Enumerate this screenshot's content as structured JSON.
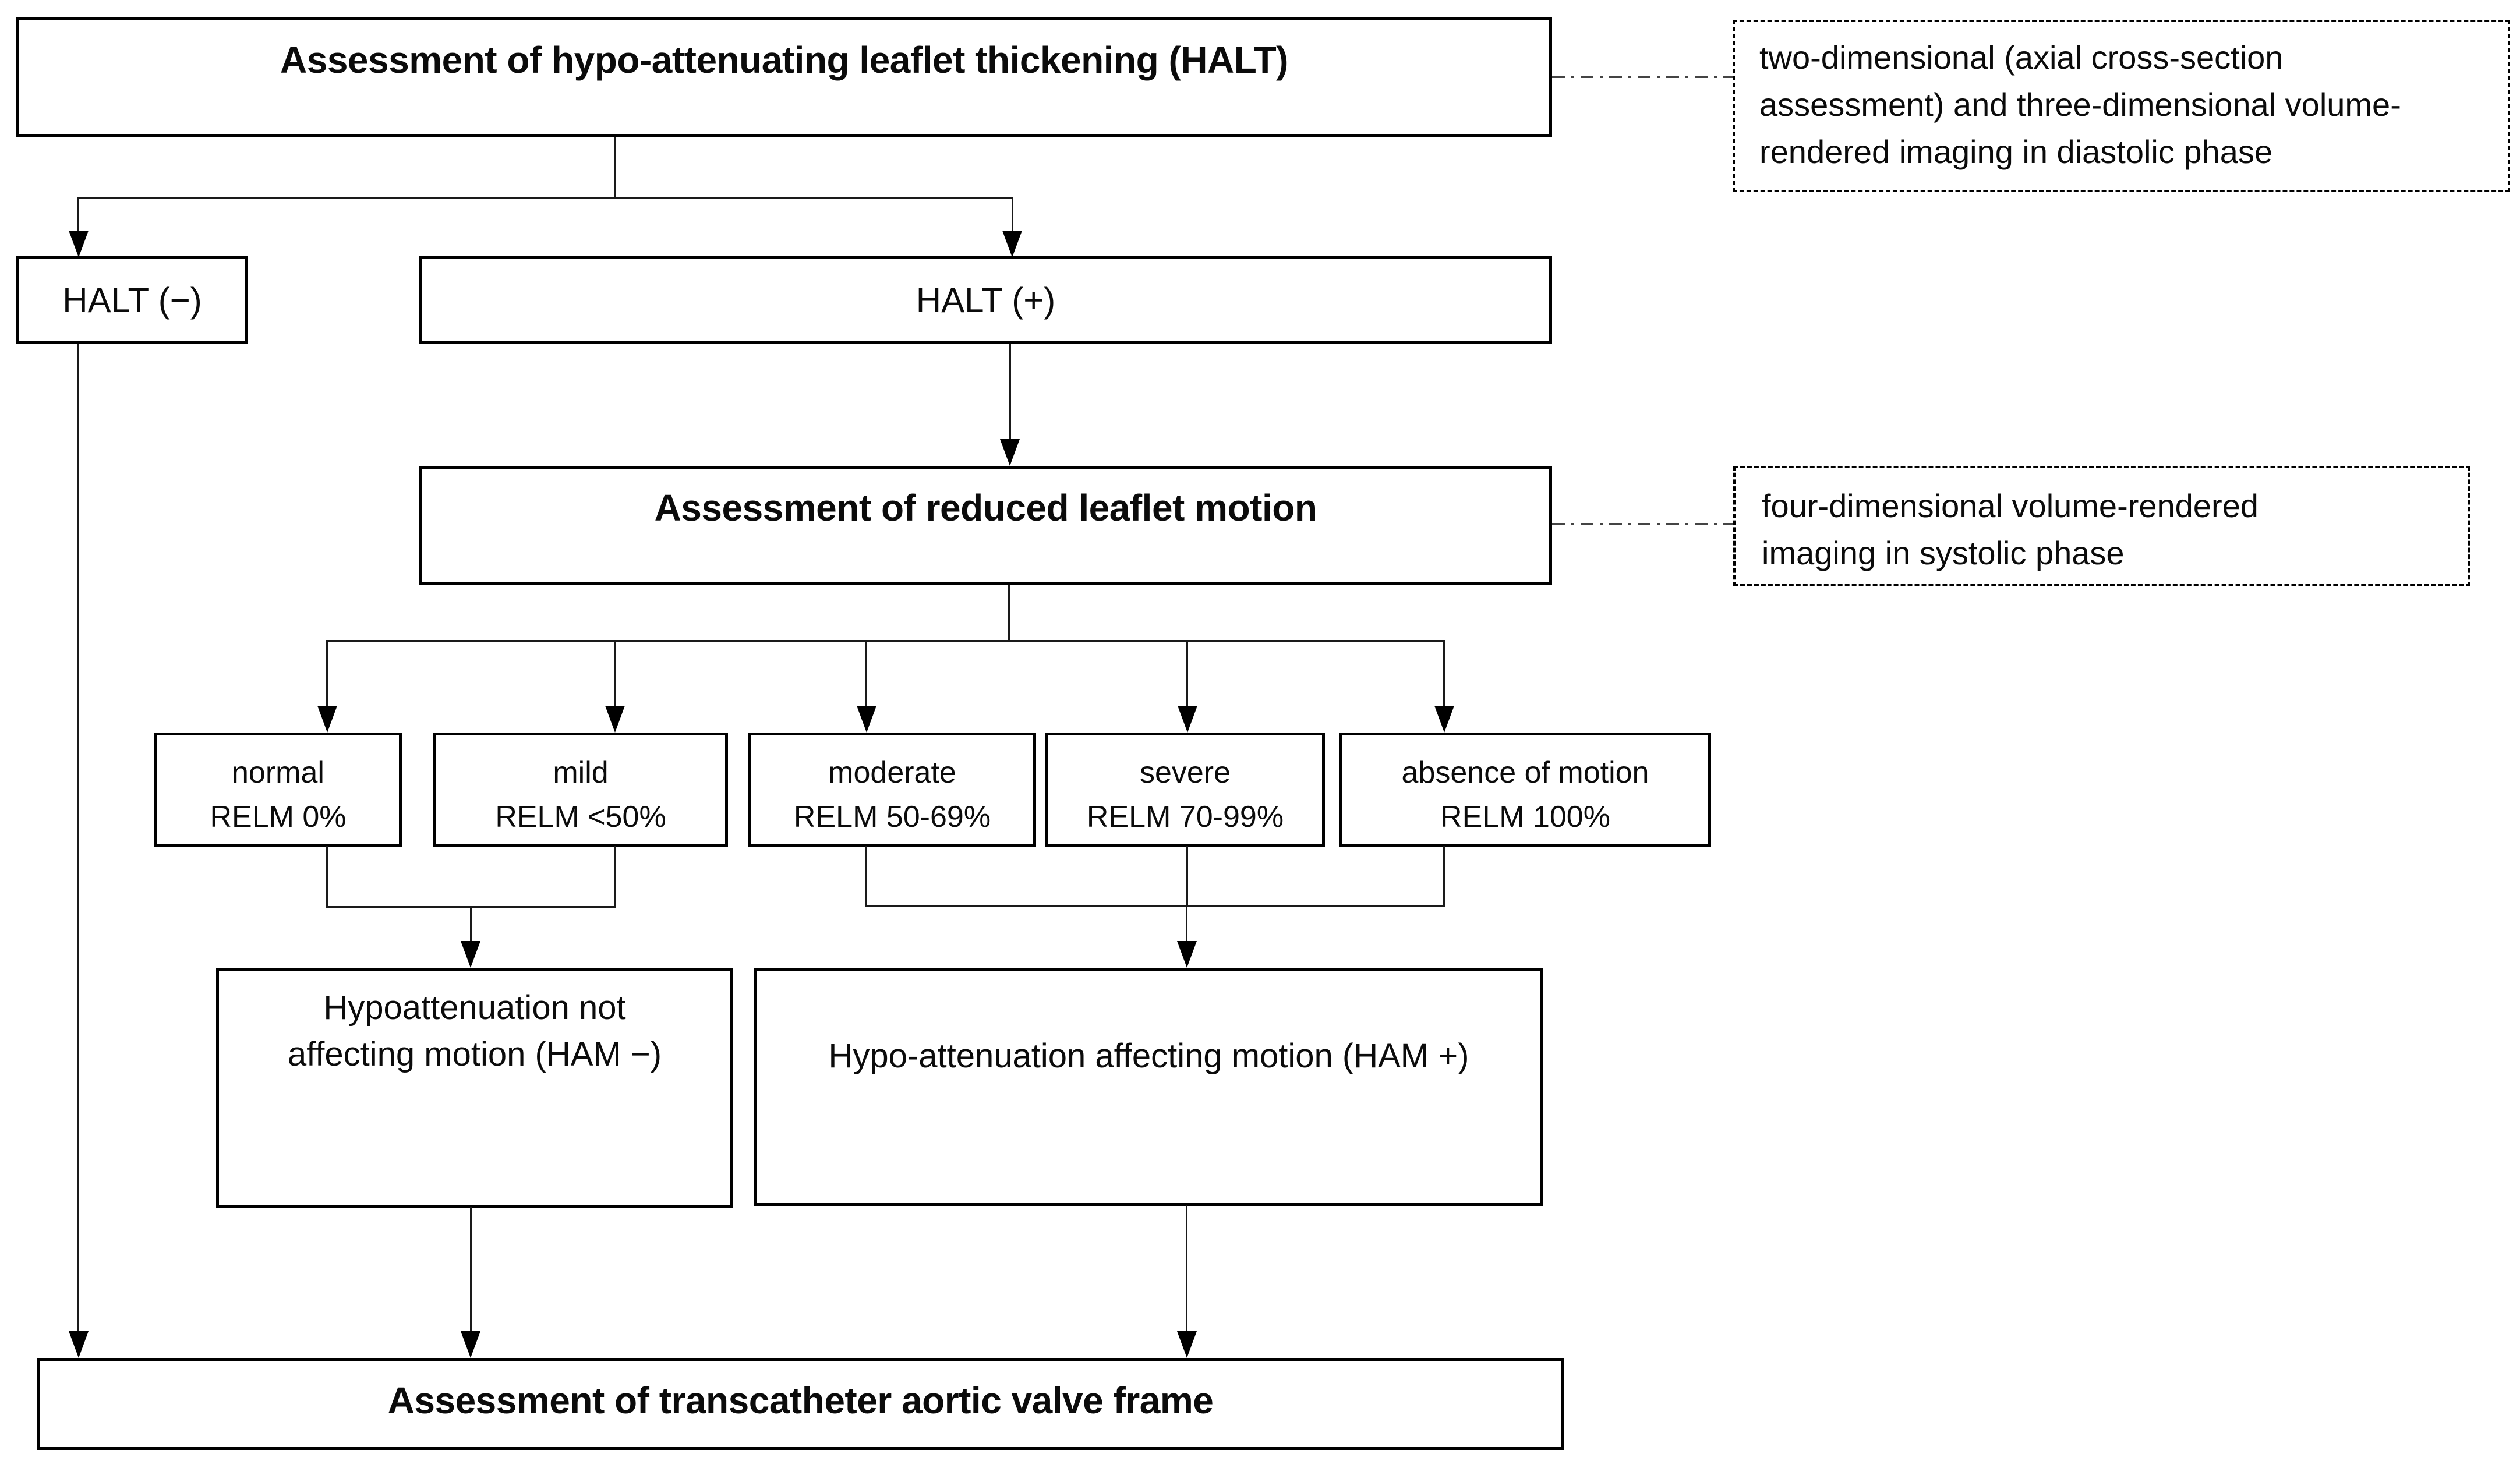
{
  "diagram": {
    "title_box": "Assessment of hypo-attenuating leaflet thickening (HALT)",
    "halt_negative": "HALT (−)",
    "halt_positive": "HALT (+)",
    "reduced_motion_box": "Assessment of reduced leaflet motion",
    "relm_grades": [
      {
        "label": "normal",
        "relm": "RELM 0%"
      },
      {
        "label": "mild",
        "relm": "RELM <50%"
      },
      {
        "label": "moderate",
        "relm": "RELM 50-69%"
      },
      {
        "label": "severe",
        "relm": "RELM 70-99%"
      },
      {
        "label": "absence of motion",
        "relm": "RELM 100%"
      }
    ],
    "ham_negative": {
      "line1": "Hypoattenuation not",
      "line2": "affecting motion (HAM −)"
    },
    "ham_positive": "Hypo-attenuation affecting motion (HAM +)",
    "bottom_box": "Assessment of transcatheter aortic valve frame",
    "note_diastolic": {
      "line1": "two-dimensional (axial cross-section",
      "line2": "assessment) and three-dimensional volume-",
      "line3": "rendered imaging in diastolic phase"
    },
    "note_systolic": {
      "line1": "four-dimensional volume-rendered",
      "line2": "imaging in systolic phase"
    },
    "colors": {
      "line": "#000000",
      "background": "#ffffff"
    }
  }
}
